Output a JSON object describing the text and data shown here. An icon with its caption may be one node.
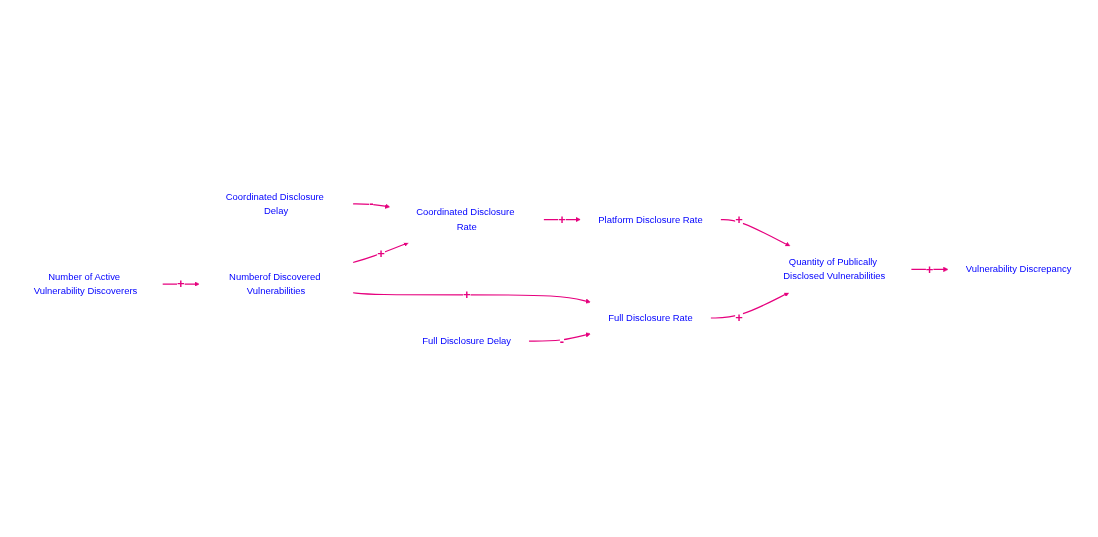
{
  "diagram": {
    "nodes": [
      {
        "text": [
          "Coordinated Disclosure Delay"
        ]
      },
      {
        "text": [
          "Coordinated Disclosure Rate"
        ]
      },
      {
        "text": [
          "Number of Active Vulnerability Discoverers"
        ]
      },
      {
        "text": [
          "Platform Disclosure Rate"
        ]
      },
      {
        "text": [
          "Numberof Discovered Vulnerabilities"
        ]
      },
      {
        "text": [
          "Vulnerability Discrepancy"
        ]
      },
      {
        "text": [
          "Quantity of Publically Disclosed Vulnerabilities"
        ]
      },
      {
        "text": [
          "Full Disclosure Rate"
        ]
      },
      {
        "text": [
          "Full Disclosure Delay"
        ]
      }
    ],
    "edges": [
      {
        "from": 0,
        "to": 1,
        "arrow": "to",
        "label": "-"
      },
      {
        "from": 4,
        "to": 1,
        "arrow": "to",
        "label": "+"
      },
      {
        "from": 1,
        "to": 3,
        "arrow": "to",
        "label": "+"
      },
      {
        "from": 2,
        "to": 4,
        "arrow": "to",
        "label": "+"
      },
      {
        "from": 3,
        "to": 6,
        "arrow": "to",
        "label": "+"
      },
      {
        "from": 6,
        "to": 5,
        "arrow": "to",
        "label": "+"
      },
      {
        "from": 4,
        "to": 7,
        "arrow": "to",
        "label": "+"
      },
      {
        "from": 7,
        "to": 6,
        "arrow": "to",
        "label": "+"
      },
      {
        "from": 8,
        "to": 7,
        "arrow": "to",
        "label": "-"
      }
    ]
  }
}
